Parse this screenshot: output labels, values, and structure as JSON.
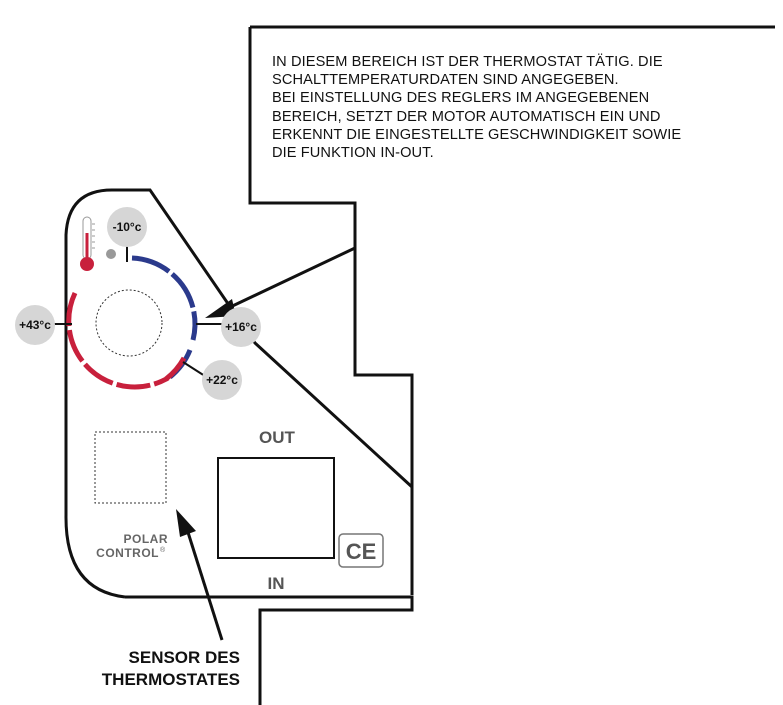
{
  "info_text": {
    "line1": "IN DIESEM BEREICH IST DER THERMOSTAT TÄTIG. DIE",
    "line2": "SCHALTTEMPERATURDATEN SIND ANGEGEBEN.",
    "line3": "BEI EINSTELLUNG DES REGLERS IM ANGEGEBENEN",
    "line4": "BEREICH, SETZT DER MOTOR AUTOMATISCH EIN UND",
    "line5": "ERKENNT DIE EINGESTELLTE GESCHWINDIGKEIT SOWIE",
    "line6": "DIE FUNKTION IN-OUT."
  },
  "temperatures": {
    "minus10": "-10°c",
    "plus16": "+16°c",
    "plus22": "+22°c",
    "plus43": "+43°c"
  },
  "panel": {
    "out_label": "OUT",
    "in_label": "IN",
    "brand_line1": "POLAR",
    "brand_line2": "CONTROL",
    "brand_mark": "®",
    "ce_mark": "CE"
  },
  "sensor_caption": {
    "line1": "SENSOR DES",
    "line2": "THERMOSTATES"
  },
  "colors": {
    "cold_arc": "#2b3a8c",
    "hot_arc": "#c8203c",
    "label_bubble": "#d6d6d6",
    "outline": "#111111"
  },
  "icons": {
    "thermometer": "thermometer-icon",
    "indicator": "status-dot-icon"
  }
}
